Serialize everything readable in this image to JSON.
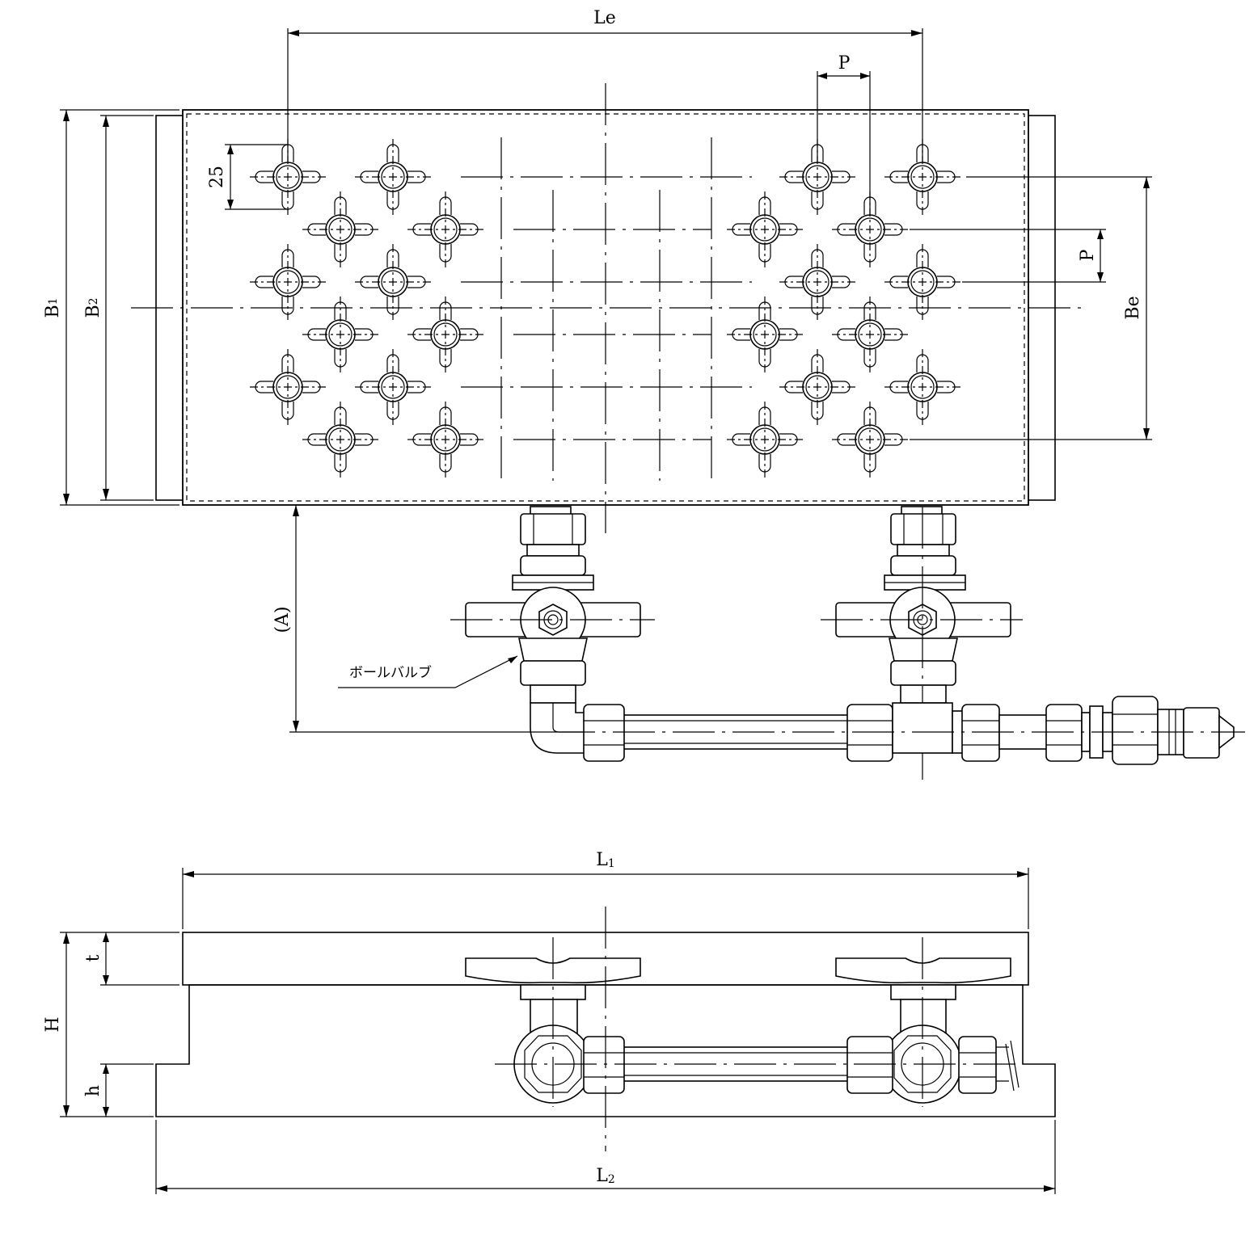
{
  "labels": {
    "Le": "Le",
    "P_top": "P",
    "P_side": "P",
    "dim25": "25",
    "B1": "B",
    "B1_sub": "1",
    "B2": "B",
    "B2_sub": "2",
    "Be": "Be",
    "A": "(A)",
    "ball_valve": "ボールバルブ",
    "L1": "L",
    "L1_sub": "1",
    "L2": "L",
    "L2_sub": "2",
    "H": "H",
    "t": "t",
    "h": "h"
  }
}
